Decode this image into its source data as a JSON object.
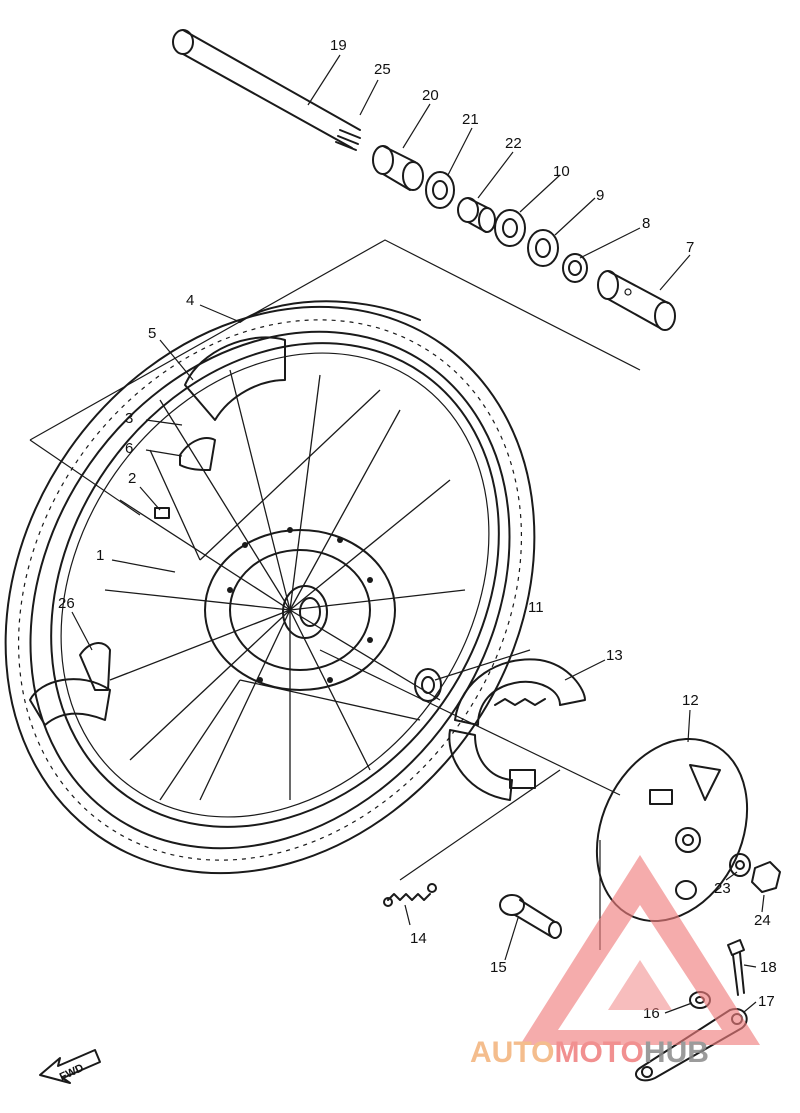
{
  "callouts": [
    {
      "id": "c1",
      "label": "1"
    },
    {
      "id": "c2",
      "label": "2"
    },
    {
      "id": "c3",
      "label": "3"
    },
    {
      "id": "c4",
      "label": "4"
    },
    {
      "id": "c5",
      "label": "5"
    },
    {
      "id": "c6",
      "label": "6"
    },
    {
      "id": "c7",
      "label": "7"
    },
    {
      "id": "c8",
      "label": "8"
    },
    {
      "id": "c9",
      "label": "9"
    },
    {
      "id": "c10",
      "label": "10"
    },
    {
      "id": "c11",
      "label": "11"
    },
    {
      "id": "c12",
      "label": "12"
    },
    {
      "id": "c13",
      "label": "13"
    },
    {
      "id": "c14",
      "label": "14"
    },
    {
      "id": "c15",
      "label": "15"
    },
    {
      "id": "c16",
      "label": "16"
    },
    {
      "id": "c17",
      "label": "17"
    },
    {
      "id": "c18",
      "label": "18"
    },
    {
      "id": "c19",
      "label": "19"
    },
    {
      "id": "c20",
      "label": "20"
    },
    {
      "id": "c21",
      "label": "21"
    },
    {
      "id": "c22",
      "label": "22"
    },
    {
      "id": "c23",
      "label": "23"
    },
    {
      "id": "c24",
      "label": "24"
    },
    {
      "id": "c25",
      "label": "25"
    },
    {
      "id": "c26",
      "label": "26"
    }
  ],
  "fwd_label": "FWD",
  "watermark": {
    "part1": "AUTO",
    "part2": "MOTO",
    "part3": "HUB",
    "color_orange": "#f3b27a",
    "color_red": "#ef7d7d",
    "color_gray": "#8a8a8a"
  }
}
